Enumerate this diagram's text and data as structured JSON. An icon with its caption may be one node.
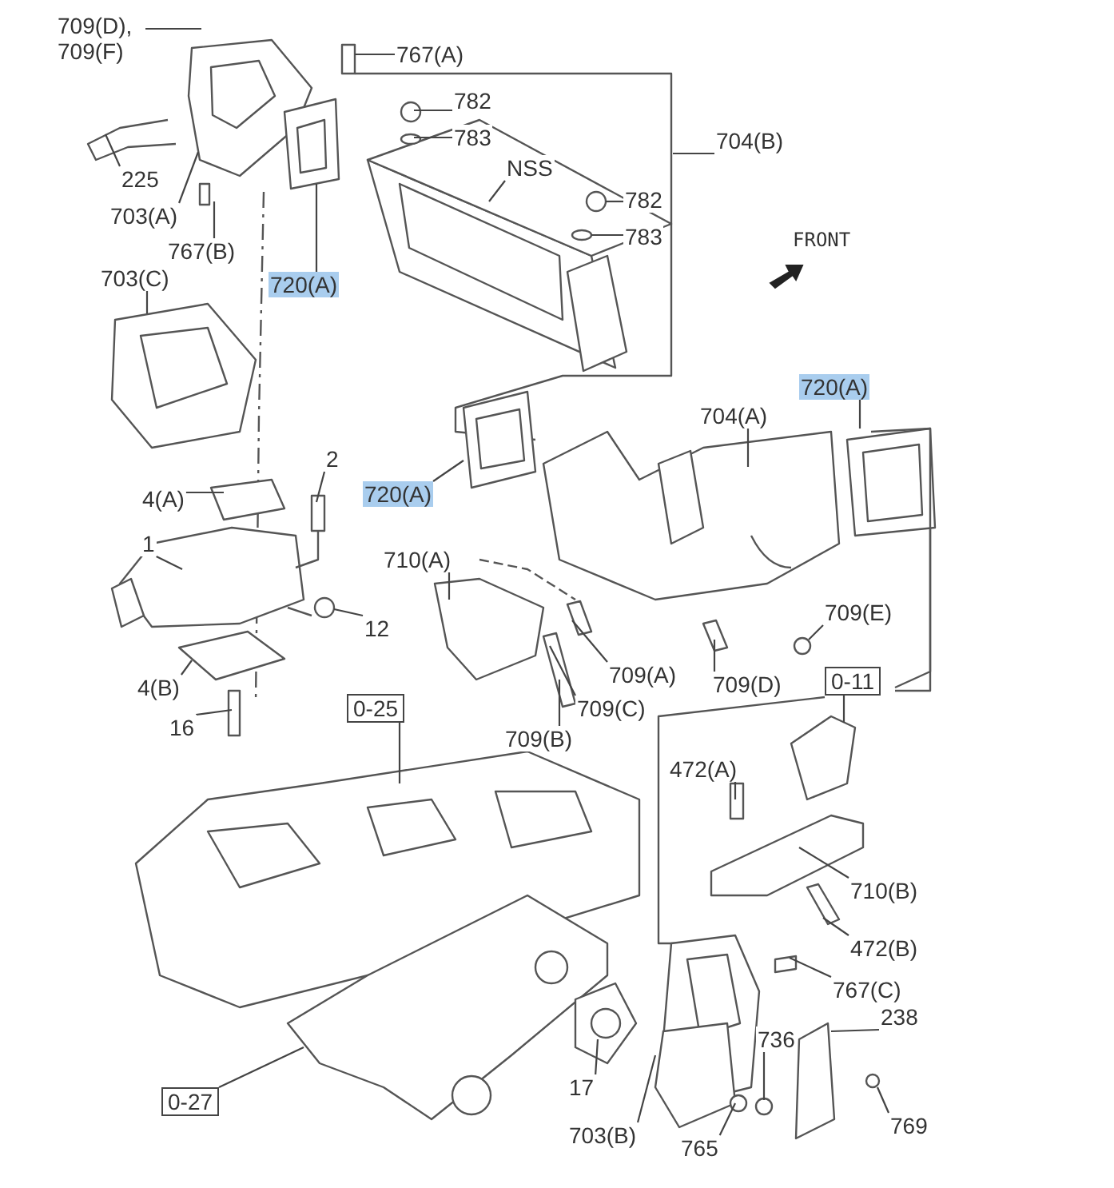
{
  "diagram": {
    "nodes": [
      {
        "text": [
          "709(D), 709(F)"
        ]
      },
      {
        "text": [
          "767(A)"
        ]
      },
      {
        "text": [
          "225"
        ]
      },
      {
        "text": [
          "703(A)"
        ]
      },
      {
        "text": [
          "767(B)"
        ]
      },
      {
        "text": [
          "720(A)"
        ]
      },
      {
        "text": [
          "782"
        ]
      },
      {
        "text": [
          "783"
        ]
      },
      {
        "text": [
          "NSS"
        ]
      },
      {
        "text": [
          "704(B)"
        ]
      },
      {
        "text": [
          "782"
        ]
      },
      {
        "text": [
          "783"
        ]
      },
      {
        "text": [
          "703(C)"
        ]
      },
      {
        "text": [
          "720(A)"
        ]
      },
      {
        "text": [
          "704(A)"
        ]
      },
      {
        "text": [
          "720(A)"
        ]
      },
      {
        "text": [
          "2"
        ]
      },
      {
        "text": [
          "4(A)"
        ]
      },
      {
        "text": [
          "1"
        ]
      },
      {
        "text": [
          "710(A)"
        ]
      },
      {
        "text": [
          "12"
        ]
      },
      {
        "text": [
          "709(E)"
        ]
      },
      {
        "text": [
          "4(B)"
        ]
      },
      {
        "text": [
          "709(A)"
        ]
      },
      {
        "text": [
          "709(D)"
        ]
      },
      {
        "text": [
          "709(C)"
        ]
      },
      {
        "text": [
          "16"
        ]
      },
      {
        "text": [
          "709(B)"
        ]
      },
      {
        "text": [
          "0-11"
        ]
      },
      {
        "text": [
          "0-25"
        ]
      },
      {
        "text": [
          "472(A)"
        ]
      },
      {
        "text": [
          "710(B)"
        ]
      },
      {
        "text": [
          "472(B)"
        ]
      },
      {
        "text": [
          "767(C)"
        ]
      },
      {
        "text": [
          "238"
        ]
      },
      {
        "text": [
          "736"
        ]
      },
      {
        "text": [
          "17"
        ]
      },
      {
        "text": [
          "769"
        ]
      },
      {
        "text": [
          "703(B)"
        ]
      },
      {
        "text": [
          "765"
        ]
      },
      {
        "text": [
          "0-27"
        ]
      }
    ],
    "edges": [
      {
        "from": 0,
        "to": null,
        "arrow": "none"
      },
      {
        "from": 1,
        "to": null,
        "arrow": "none"
      },
      {
        "from": 2,
        "to": null,
        "arrow": "none"
      },
      {
        "from": 3,
        "to": null,
        "arrow": "none"
      },
      {
        "from": 4,
        "to": null,
        "arrow": "none"
      },
      {
        "from": 5,
        "to": null,
        "arrow": "none"
      },
      {
        "from": 6,
        "to": null,
        "arrow": "none"
      },
      {
        "from": 7,
        "to": null,
        "arrow": "none"
      },
      {
        "from": 8,
        "to": null,
        "arrow": "none"
      },
      {
        "from": 9,
        "to": null,
        "arrow": "none"
      },
      {
        "from": 10,
        "to": null,
        "arrow": "none"
      },
      {
        "from": 11,
        "to": null,
        "arrow": "none"
      },
      {
        "from": 12,
        "to": null,
        "arrow": "none"
      },
      {
        "from": 13,
        "to": null,
        "arrow": "none"
      },
      {
        "from": 14,
        "to": null,
        "arrow": "none"
      },
      {
        "from": 15,
        "to": null,
        "arrow": "none"
      },
      {
        "from": 16,
        "to": null,
        "arrow": "none"
      },
      {
        "from": 17,
        "to": null,
        "arrow": "none"
      },
      {
        "from": 18,
        "to": null,
        "arrow": "none"
      },
      {
        "from": 19,
        "to": null,
        "arrow": "none"
      },
      {
        "from": 20,
        "to": null,
        "arrow": "none"
      },
      {
        "from": 21,
        "to": null,
        "arrow": "none"
      },
      {
        "from": 22,
        "to": null,
        "arrow": "none"
      },
      {
        "from": 23,
        "to": null,
        "arrow": "none"
      },
      {
        "from": 24,
        "to": null,
        "arrow": "none"
      },
      {
        "from": 25,
        "to": null,
        "arrow": "none"
      },
      {
        "from": 26,
        "to": null,
        "arrow": "none"
      },
      {
        "from": 27,
        "to": null,
        "arrow": "none"
      },
      {
        "from": 28,
        "to": null,
        "arrow": "none"
      },
      {
        "from": 29,
        "to": null,
        "arrow": "none"
      },
      {
        "from": 30,
        "to": null,
        "arrow": "none"
      },
      {
        "from": 31,
        "to": null,
        "arrow": "none"
      },
      {
        "from": 32,
        "to": null,
        "arrow": "none"
      },
      {
        "from": 33,
        "to": null,
        "arrow": "none"
      },
      {
        "from": 34,
        "to": null,
        "arrow": "none"
      },
      {
        "from": 35,
        "to": null,
        "arrow": "none"
      },
      {
        "from": 36,
        "to": null,
        "arrow": "none"
      },
      {
        "from": 37,
        "to": null,
        "arrow": "none"
      },
      {
        "from": 38,
        "to": null,
        "arrow": "none"
      },
      {
        "from": 39,
        "to": null,
        "arrow": "none"
      },
      {
        "from": 40,
        "to": null,
        "arrow": "none"
      }
    ],
    "labels": [
      "FRONT"
    ]
  }
}
